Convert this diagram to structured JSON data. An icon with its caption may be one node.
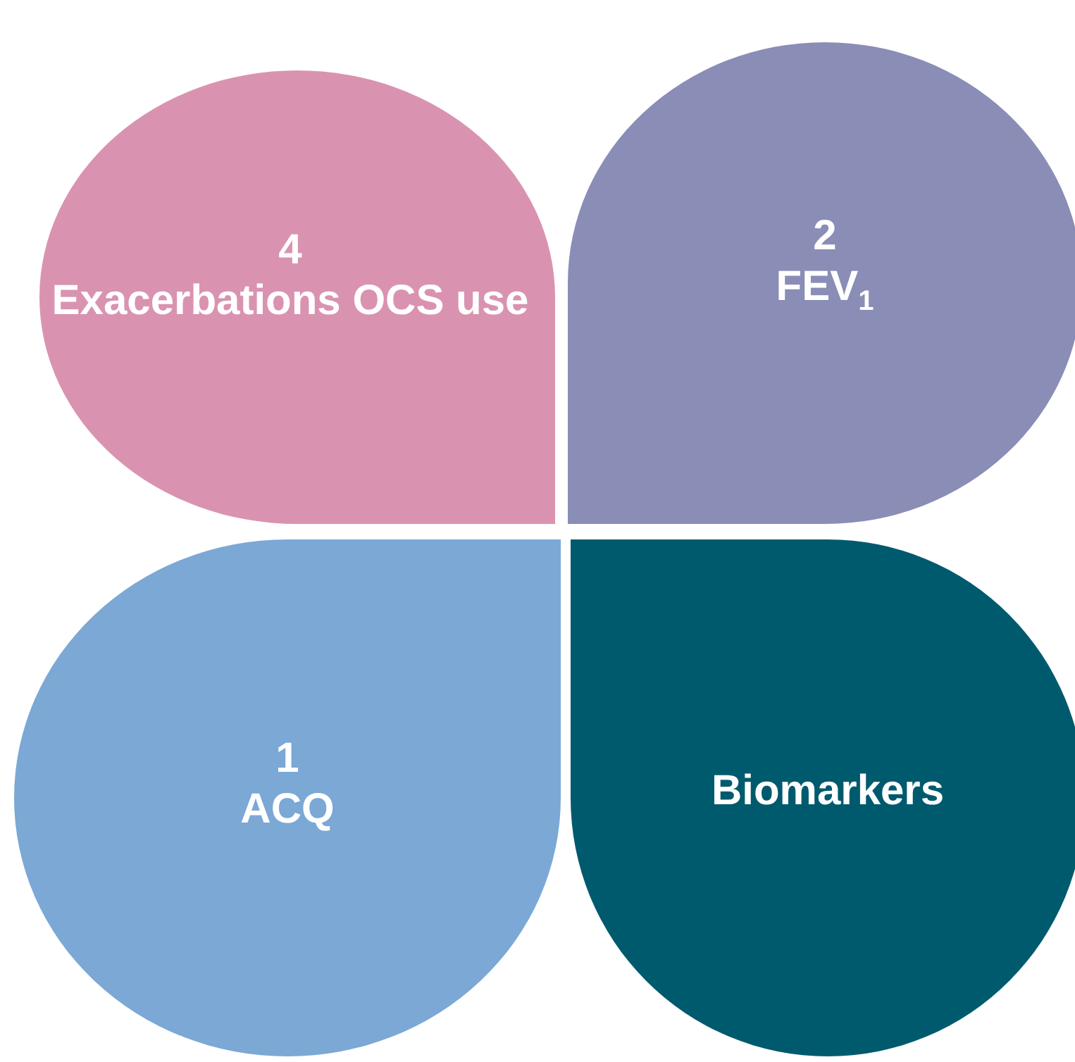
{
  "diagram": {
    "nodes": [
      {
        "text": [
          "4",
          "Exacerbations OCS use"
        ]
      },
      {
        "text": [
          "2",
          "FEV$_{1}$"
        ]
      },
      {
        "text": [
          "1",
          "ACQ"
        ]
      },
      {
        "text": [
          "Biomarkers"
        ]
      }
    ]
  }
}
